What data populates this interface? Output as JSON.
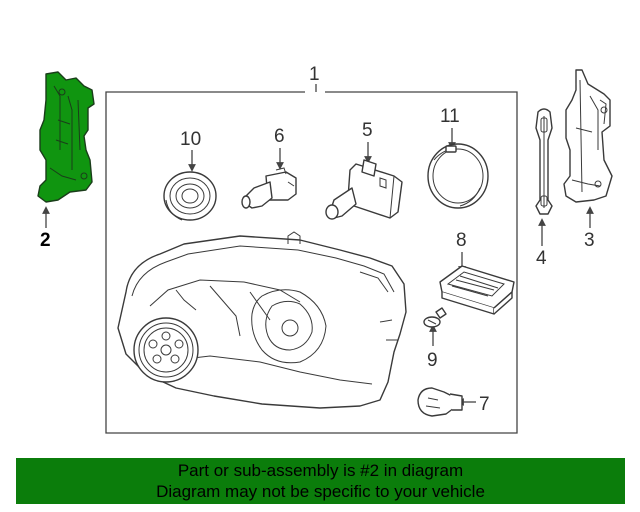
{
  "colors": {
    "highlight": "#109510",
    "banner": "#0b7d0b",
    "line": "#444444"
  },
  "callouts": {
    "c1": "1",
    "c2": "2",
    "c3": "3",
    "c4": "4",
    "c5": "5",
    "c6": "6",
    "c7": "7",
    "c8": "8",
    "c9": "9",
    "c10": "10",
    "c11": "11"
  },
  "banner": {
    "line1": "Part or sub-assembly is #2 in diagram",
    "line2": "Diagram may not be specific to your vehicle"
  }
}
